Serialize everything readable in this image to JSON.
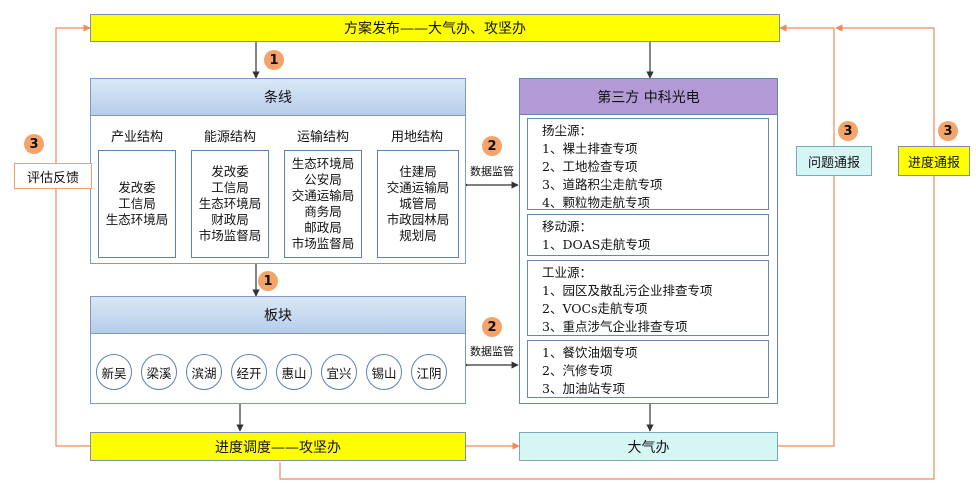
{
  "top_bar": "方案发布——大气办、攻坚办",
  "tiao": {
    "title": "条线",
    "columns": [
      {
        "title": "产业结构",
        "items": [
          "发改委",
          "工信局",
          "生态环境局"
        ]
      },
      {
        "title": "能源结构",
        "items": [
          "发改委",
          "工信局",
          "生态环境局",
          "财政局",
          "市场监督局"
        ]
      },
      {
        "title": "运输结构",
        "items": [
          "生态环境局",
          "公安局",
          "交通运输局",
          "商务局",
          "邮政局",
          "市场监督局"
        ]
      },
      {
        "title": "用地结构",
        "items": [
          "住建局",
          "交通运输局",
          "城管局",
          "市政园林局",
          "规划局"
        ]
      }
    ]
  },
  "bankuai": {
    "title": "板块",
    "districts": [
      "新吴",
      "梁溪",
      "滨湖",
      "经开",
      "惠山",
      "宜兴",
      "锡山",
      "江阴"
    ]
  },
  "third_party": {
    "title": "第三方  中科光电",
    "groups": [
      {
        "title": "扬尘源：",
        "items": [
          "1、裸土排查专项",
          "2、工地检查专项",
          "3、道路积尘走航专项",
          "4、颗粒物走航专项"
        ]
      },
      {
        "title": "移动源：",
        "items": [
          "1、DOAS走航专项"
        ]
      },
      {
        "title": "工业源：",
        "items": [
          "1、园区及散乱污企业排查专项",
          "2、VOCs走航专项",
          "3、重点涉气企业排查专项"
        ]
      },
      {
        "title": "",
        "items": [
          "1、餐饮油烟专项",
          "2、汽修专项",
          "3、加油站专项"
        ]
      }
    ]
  },
  "labels": {
    "data_monitor": "数据监管",
    "eval_feedback": "评估反馈",
    "problem_report": "问题通报",
    "progress_report": "进度通报",
    "progress_dispatch": "进度调度——攻坚办",
    "daqiban": "大气办"
  },
  "badges": {
    "step1": "1",
    "step2": "2",
    "step3": "3"
  },
  "colors": {
    "yellow": "#ffff00",
    "cyan": "#d6f5f5",
    "purple": "#b39ad6",
    "badge": "#f4a36b",
    "feedback_line": "#f08a5b"
  }
}
